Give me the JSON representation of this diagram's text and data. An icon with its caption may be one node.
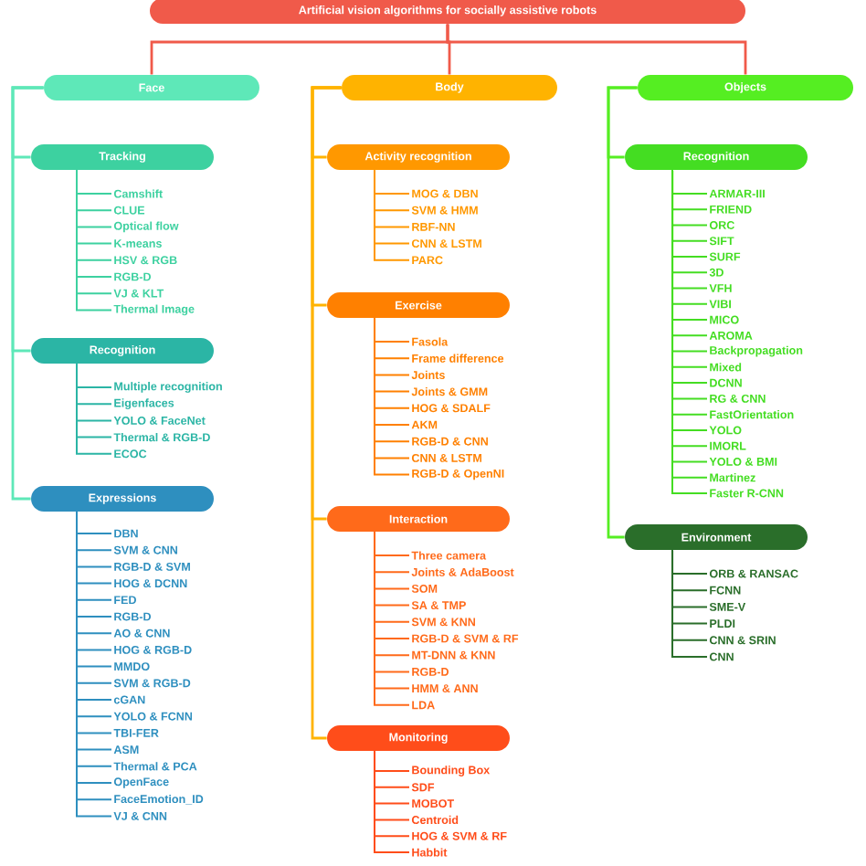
{
  "diagram": {
    "nodes": [
      {
        "text": [
          "Artificial vision algorithms for socially assistive robots"
        ]
      },
      {
        "text": [
          "Face"
        ]
      },
      {
        "text": [
          "Tracking"
        ]
      },
      {
        "text": [
          "Camshift"
        ]
      },
      {
        "text": [
          "CLUE"
        ]
      },
      {
        "text": [
          "Optical flow"
        ]
      },
      {
        "text": [
          "K-means"
        ]
      },
      {
        "text": [
          "HSV & RGB"
        ]
      },
      {
        "text": [
          "RGB-D"
        ]
      },
      {
        "text": [
          "VJ & KLT"
        ]
      },
      {
        "text": [
          "Thermal Image"
        ]
      },
      {
        "text": [
          "Recognition"
        ]
      },
      {
        "text": [
          "Multiple recognition"
        ]
      },
      {
        "text": [
          "Eigenfaces"
        ]
      },
      {
        "text": [
          "YOLO & FaceNet"
        ]
      },
      {
        "text": [
          "Thermal & RGB-D"
        ]
      },
      {
        "text": [
          "ECOC"
        ]
      },
      {
        "text": [
          "Expressions"
        ]
      },
      {
        "text": [
          "DBN"
        ]
      },
      {
        "text": [
          "SVM & CNN"
        ]
      },
      {
        "text": [
          "RGB-D & SVM"
        ]
      },
      {
        "text": [
          "HOG & DCNN"
        ]
      },
      {
        "text": [
          "FED"
        ]
      },
      {
        "text": [
          "RGB-D"
        ]
      },
      {
        "text": [
          "AO & CNN"
        ]
      },
      {
        "text": [
          "HOG & RGB-D"
        ]
      },
      {
        "text": [
          "MMDO"
        ]
      },
      {
        "text": [
          "SVM & RGB-D"
        ]
      },
      {
        "text": [
          "cGAN"
        ]
      },
      {
        "text": [
          "YOLO & FCNN"
        ]
      },
      {
        "text": [
          "TBI-FER"
        ]
      },
      {
        "text": [
          "ASM"
        ]
      },
      {
        "text": [
          "Thermal & PCA"
        ]
      },
      {
        "text": [
          "OpenFace"
        ]
      },
      {
        "text": [
          "FaceEmotion_ID"
        ]
      },
      {
        "text": [
          "VJ  & CNN"
        ]
      },
      {
        "text": [
          "Body"
        ]
      },
      {
        "text": [
          "Activity recognition"
        ]
      },
      {
        "text": [
          "MOG & DBN"
        ]
      },
      {
        "text": [
          "SVM & HMM"
        ]
      },
      {
        "text": [
          "RBF-NN"
        ]
      },
      {
        "text": [
          "CNN & LSTM"
        ]
      },
      {
        "text": [
          "PARC"
        ]
      },
      {
        "text": [
          "Exercise"
        ]
      },
      {
        "text": [
          "Fasola"
        ]
      },
      {
        "text": [
          "Frame difference"
        ]
      },
      {
        "text": [
          "Joints"
        ]
      },
      {
        "text": [
          "Joints & GMM"
        ]
      },
      {
        "text": [
          "HOG & SDALF"
        ]
      },
      {
        "text": [
          "AKM"
        ]
      },
      {
        "text": [
          "RGB-D & CNN"
        ]
      },
      {
        "text": [
          "CNN & LSTM"
        ]
      },
      {
        "text": [
          "RGB-D & OpenNI"
        ]
      },
      {
        "text": [
          "Interaction"
        ]
      },
      {
        "text": [
          "Three camera"
        ]
      },
      {
        "text": [
          "Joints & AdaBoost"
        ]
      },
      {
        "text": [
          "SOM"
        ]
      },
      {
        "text": [
          "SA & TMP"
        ]
      },
      {
        "text": [
          "SVM & KNN"
        ]
      },
      {
        "text": [
          "RGB-D & SVM & RF"
        ]
      },
      {
        "text": [
          "MT-DNN & KNN"
        ]
      },
      {
        "text": [
          "RGB-D"
        ]
      },
      {
        "text": [
          "HMM & ANN"
        ]
      },
      {
        "text": [
          "LDA"
        ]
      },
      {
        "text": [
          "Monitoring"
        ]
      },
      {
        "text": [
          "Bounding Box"
        ]
      },
      {
        "text": [
          "SDF"
        ]
      },
      {
        "text": [
          "MOBOT"
        ]
      },
      {
        "text": [
          "Centroid"
        ]
      },
      {
        "text": [
          "HOG & SVM & RF"
        ]
      },
      {
        "text": [
          "Habbit"
        ]
      },
      {
        "text": [
          "Objects"
        ]
      },
      {
        "text": [
          "Recognition"
        ]
      },
      {
        "text": [
          "ARMAR-III"
        ]
      },
      {
        "text": [
          "FRIEND"
        ]
      },
      {
        "text": [
          "ORC"
        ]
      },
      {
        "text": [
          "SIFT"
        ]
      },
      {
        "text": [
          "SURF"
        ]
      },
      {
        "text": [
          "3D"
        ]
      },
      {
        "text": [
          "VFH"
        ]
      },
      {
        "text": [
          "VIBI"
        ]
      },
      {
        "text": [
          "MICO"
        ]
      },
      {
        "text": [
          "AROMA"
        ]
      },
      {
        "text": [
          "Backpropagation"
        ]
      },
      {
        "text": [
          "Mixed"
        ]
      },
      {
        "text": [
          "DCNN"
        ]
      },
      {
        "text": [
          "RG & CNN"
        ]
      },
      {
        "text": [
          "FastOrientation"
        ]
      },
      {
        "text": [
          "YOLO"
        ]
      },
      {
        "text": [
          "IMORL"
        ]
      },
      {
        "text": [
          "YOLO & BMI"
        ]
      },
      {
        "text": [
          "Martinez"
        ]
      },
      {
        "text": [
          "Faster R-CNN"
        ]
      },
      {
        "text": [
          "Environment"
        ]
      },
      {
        "text": [
          "ORB & RANSAC"
        ]
      },
      {
        "text": [
          "FCNN"
        ]
      },
      {
        "text": [
          "SME-V"
        ]
      },
      {
        "text": [
          "PLDI"
        ]
      },
      {
        "text": [
          "CNN & SRIN"
        ]
      },
      {
        "text": [
          "CNN"
        ]
      }
    ],
    "edges": [
      {
        "from": 0,
        "to": 1,
        "arrow": "none",
        "color": "#f05a4a"
      },
      {
        "from": 0,
        "to": 36,
        "arrow": "none",
        "color": "#f05a4a"
      },
      {
        "from": 0,
        "to": 71,
        "arrow": "none",
        "color": "#f05a4a"
      },
      {
        "from": 1,
        "to": 2,
        "arrow": "none",
        "color": "#5ee8b8"
      },
      {
        "from": 1,
        "to": 11,
        "arrow": "none",
        "color": "#5ee8b8"
      },
      {
        "from": 1,
        "to": 17,
        "arrow": "none",
        "color": "#5ee8b8"
      },
      {
        "from": 2,
        "to": 3,
        "arrow": "none",
        "color": "#3dd1a0"
      },
      {
        "from": 2,
        "to": 4,
        "arrow": "none",
        "color": "#3dd1a0"
      },
      {
        "from": 2,
        "to": 5,
        "arrow": "none",
        "color": "#3dd1a0"
      },
      {
        "from": 2,
        "to": 6,
        "arrow": "none",
        "color": "#3dd1a0"
      },
      {
        "from": 2,
        "to": 7,
        "arrow": "none",
        "color": "#3dd1a0"
      },
      {
        "from": 2,
        "to": 8,
        "arrow": "none",
        "color": "#3dd1a0"
      },
      {
        "from": 2,
        "to": 9,
        "arrow": "none",
        "color": "#3dd1a0"
      },
      {
        "from": 2,
        "to": 10,
        "arrow": "none",
        "color": "#3dd1a0"
      },
      {
        "from": 11,
        "to": 12,
        "arrow": "none",
        "color": "#2bb5a5"
      },
      {
        "from": 11,
        "to": 13,
        "arrow": "none",
        "color": "#2bb5a5"
      },
      {
        "from": 11,
        "to": 14,
        "arrow": "none",
        "color": "#2bb5a5"
      },
      {
        "from": 11,
        "to": 15,
        "arrow": "none",
        "color": "#2bb5a5"
      },
      {
        "from": 11,
        "to": 16,
        "arrow": "none",
        "color": "#2bb5a5"
      },
      {
        "from": 17,
        "to": 18,
        "arrow": "none",
        "color": "#2e8fbf"
      },
      {
        "from": 17,
        "to": 19,
        "arrow": "none",
        "color": "#2e8fbf"
      },
      {
        "from": 17,
        "to": 20,
        "arrow": "none",
        "color": "#2e8fbf"
      },
      {
        "from": 17,
        "to": 21,
        "arrow": "none",
        "color": "#2e8fbf"
      },
      {
        "from": 17,
        "to": 22,
        "arrow": "none",
        "color": "#2e8fbf"
      },
      {
        "from": 17,
        "to": 23,
        "arrow": "none",
        "color": "#2e8fbf"
      },
      {
        "from": 17,
        "to": 24,
        "arrow": "none",
        "color": "#2e8fbf"
      },
      {
        "from": 17,
        "to": 25,
        "arrow": "none",
        "color": "#2e8fbf"
      },
      {
        "from": 17,
        "to": 26,
        "arrow": "none",
        "color": "#2e8fbf"
      },
      {
        "from": 17,
        "to": 27,
        "arrow": "none",
        "color": "#2e8fbf"
      },
      {
        "from": 17,
        "to": 28,
        "arrow": "none",
        "color": "#2e8fbf"
      },
      {
        "from": 17,
        "to": 29,
        "arrow": "none",
        "color": "#2e8fbf"
      },
      {
        "from": 17,
        "to": 30,
        "arrow": "none",
        "color": "#2e8fbf"
      },
      {
        "from": 17,
        "to": 31,
        "arrow": "none",
        "color": "#2e8fbf"
      },
      {
        "from": 17,
        "to": 32,
        "arrow": "none",
        "color": "#2e8fbf"
      },
      {
        "from": 17,
        "to": 33,
        "arrow": "none",
        "color": "#2e8fbf"
      },
      {
        "from": 17,
        "to": 34,
        "arrow": "none",
        "color": "#2e8fbf"
      },
      {
        "from": 17,
        "to": 35,
        "arrow": "none",
        "color": "#2e8fbf"
      },
      {
        "from": 36,
        "to": 37,
        "arrow": "none",
        "color": "#ffb300"
      },
      {
        "from": 36,
        "to": 43,
        "arrow": "none",
        "color": "#ffb300"
      },
      {
        "from": 36,
        "to": 53,
        "arrow": "none",
        "color": "#ffb300"
      },
      {
        "from": 36,
        "to": 64,
        "arrow": "none",
        "color": "#ffb300"
      },
      {
        "from": 37,
        "to": 38,
        "arrow": "none",
        "color": "#ff9800"
      },
      {
        "from": 37,
        "to": 39,
        "arrow": "none",
        "color": "#ff9800"
      },
      {
        "from": 37,
        "to": 40,
        "arrow": "none",
        "color": "#ff9800"
      },
      {
        "from": 37,
        "to": 41,
        "arrow": "none",
        "color": "#ff9800"
      },
      {
        "from": 37,
        "to": 42,
        "arrow": "none",
        "color": "#ff9800"
      },
      {
        "from": 43,
        "to": 44,
        "arrow": "none",
        "color": "#ff8000"
      },
      {
        "from": 43,
        "to": 45,
        "arrow": "none",
        "color": "#ff8000"
      },
      {
        "from": 43,
        "to": 46,
        "arrow": "none",
        "color": "#ff8000"
      },
      {
        "from": 43,
        "to": 47,
        "arrow": "none",
        "color": "#ff8000"
      },
      {
        "from": 43,
        "to": 48,
        "arrow": "none",
        "color": "#ff8000"
      },
      {
        "from": 43,
        "to": 49,
        "arrow": "none",
        "color": "#ff8000"
      },
      {
        "from": 43,
        "to": 50,
        "arrow": "none",
        "color": "#ff8000"
      },
      {
        "from": 43,
        "to": 51,
        "arrow": "none",
        "color": "#ff8000"
      },
      {
        "from": 43,
        "to": 52,
        "arrow": "none",
        "color": "#ff8000"
      },
      {
        "from": 53,
        "to": 54,
        "arrow": "none",
        "color": "#ff6a1a"
      },
      {
        "from": 53,
        "to": 55,
        "arrow": "none",
        "color": "#ff6a1a"
      },
      {
        "from": 53,
        "to": 56,
        "arrow": "none",
        "color": "#ff6a1a"
      },
      {
        "from": 53,
        "to": 57,
        "arrow": "none",
        "color": "#ff6a1a"
      },
      {
        "from": 53,
        "to": 58,
        "arrow": "none",
        "color": "#ff6a1a"
      },
      {
        "from": 53,
        "to": 59,
        "arrow": "none",
        "color": "#ff6a1a"
      },
      {
        "from": 53,
        "to": 60,
        "arrow": "none",
        "color": "#ff6a1a"
      },
      {
        "from": 53,
        "to": 61,
        "arrow": "none",
        "color": "#ff6a1a"
      },
      {
        "from": 53,
        "to": 62,
        "arrow": "none",
        "color": "#ff6a1a"
      },
      {
        "from": 53,
        "to": 63,
        "arrow": "none",
        "color": "#ff6a1a"
      },
      {
        "from": 64,
        "to": 65,
        "arrow": "none",
        "color": "#ff4d1a"
      },
      {
        "from": 64,
        "to": 66,
        "arrow": "none",
        "color": "#ff4d1a"
      },
      {
        "from": 64,
        "to": 67,
        "arrow": "none",
        "color": "#ff4d1a"
      },
      {
        "from": 64,
        "to": 68,
        "arrow": "none",
        "color": "#ff4d1a"
      },
      {
        "from": 64,
        "to": 69,
        "arrow": "none",
        "color": "#ff4d1a"
      },
      {
        "from": 64,
        "to": 70,
        "arrow": "none",
        "color": "#ff4d1a"
      },
      {
        "from": 71,
        "to": 72,
        "arrow": "none",
        "color": "#55ee22"
      },
      {
        "from": 71,
        "to": 93,
        "arrow": "none",
        "color": "#55ee22"
      },
      {
        "from": 72,
        "to": 73,
        "arrow": "none",
        "color": "#44dd22"
      },
      {
        "from": 72,
        "to": 74,
        "arrow": "none",
        "color": "#44dd22"
      },
      {
        "from": 72,
        "to": 75,
        "arrow": "none",
        "color": "#44dd22"
      },
      {
        "from": 72,
        "to": 76,
        "arrow": "none",
        "color": "#44dd22"
      },
      {
        "from": 72,
        "to": 77,
        "arrow": "none",
        "color": "#44dd22"
      },
      {
        "from": 72,
        "to": 78,
        "arrow": "none",
        "color": "#44dd22"
      },
      {
        "from": 72,
        "to": 79,
        "arrow": "none",
        "color": "#44dd22"
      },
      {
        "from": 72,
        "to": 80,
        "arrow": "none",
        "color": "#44dd22"
      },
      {
        "from": 72,
        "to": 81,
        "arrow": "none",
        "color": "#44dd22"
      },
      {
        "from": 72,
        "to": 82,
        "arrow": "none",
        "color": "#44dd22"
      },
      {
        "from": 72,
        "to": 83,
        "arrow": "none",
        "color": "#44dd22"
      },
      {
        "from": 72,
        "to": 84,
        "arrow": "none",
        "color": "#44dd22"
      },
      {
        "from": 72,
        "to": 85,
        "arrow": "none",
        "color": "#44dd22"
      },
      {
        "from": 72,
        "to": 86,
        "arrow": "none",
        "color": "#44dd22"
      },
      {
        "from": 72,
        "to": 87,
        "arrow": "none",
        "color": "#44dd22"
      },
      {
        "from": 72,
        "to": 88,
        "arrow": "none",
        "color": "#44dd22"
      },
      {
        "from": 72,
        "to": 89,
        "arrow": "none",
        "color": "#44dd22"
      },
      {
        "from": 72,
        "to": 90,
        "arrow": "none",
        "color": "#44dd22"
      },
      {
        "from": 72,
        "to": 91,
        "arrow": "none",
        "color": "#44dd22"
      },
      {
        "from": 72,
        "to": 92,
        "arrow": "none",
        "color": "#44dd22"
      },
      {
        "from": 93,
        "to": 94,
        "arrow": "none",
        "color": "#2a6e2a"
      },
      {
        "from": 93,
        "to": 95,
        "arrow": "none",
        "color": "#2a6e2a"
      },
      {
        "from": 93,
        "to": 96,
        "arrow": "none",
        "color": "#2a6e2a"
      },
      {
        "from": 93,
        "to": 97,
        "arrow": "none",
        "color": "#2a6e2a"
      },
      {
        "from": 93,
        "to": 98,
        "arrow": "none",
        "color": "#2a6e2a"
      },
      {
        "from": 93,
        "to": 99,
        "arrow": "none",
        "color": "#2a6e2a"
      }
    ]
  }
}
